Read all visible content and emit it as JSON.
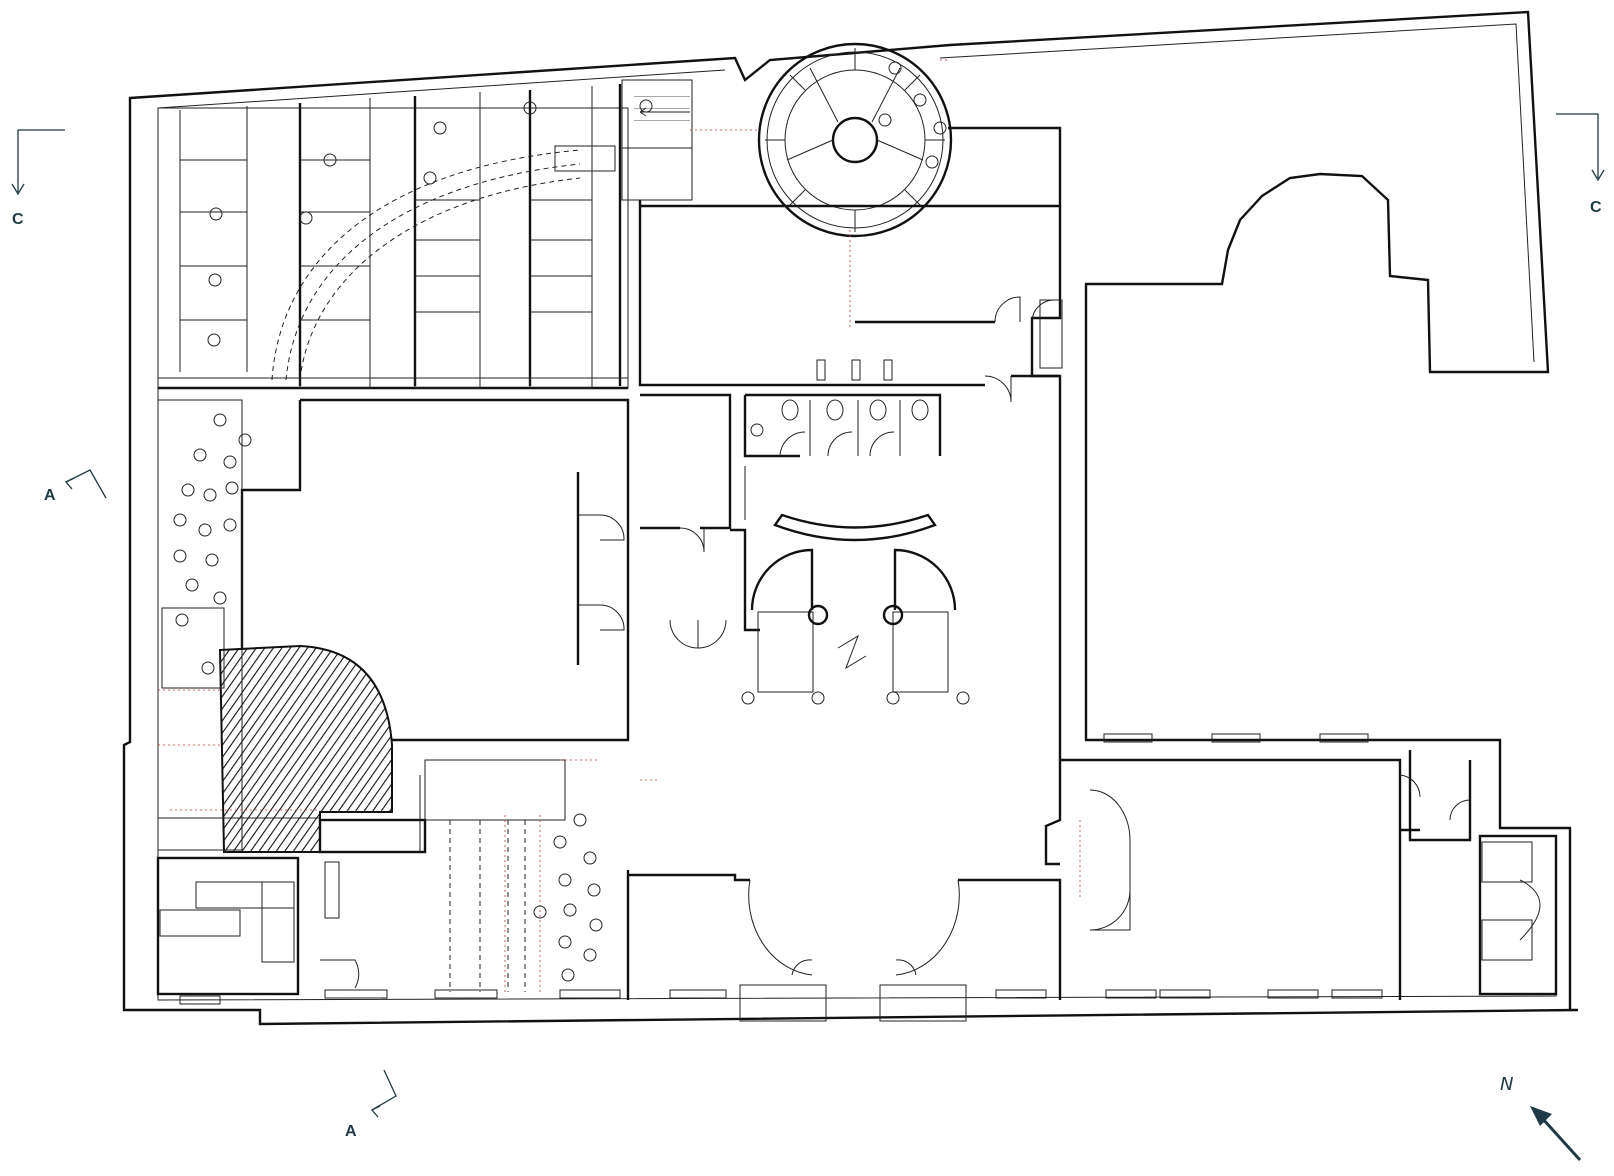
{
  "section_marks": {
    "c_left": "C",
    "c_right": "C",
    "a_top": "A",
    "a_bottom": "A"
  },
  "north": {
    "label": "N"
  },
  "colors": {
    "ink": "#111111",
    "label": "#1f3a44",
    "annotation": "#c0392b"
  }
}
